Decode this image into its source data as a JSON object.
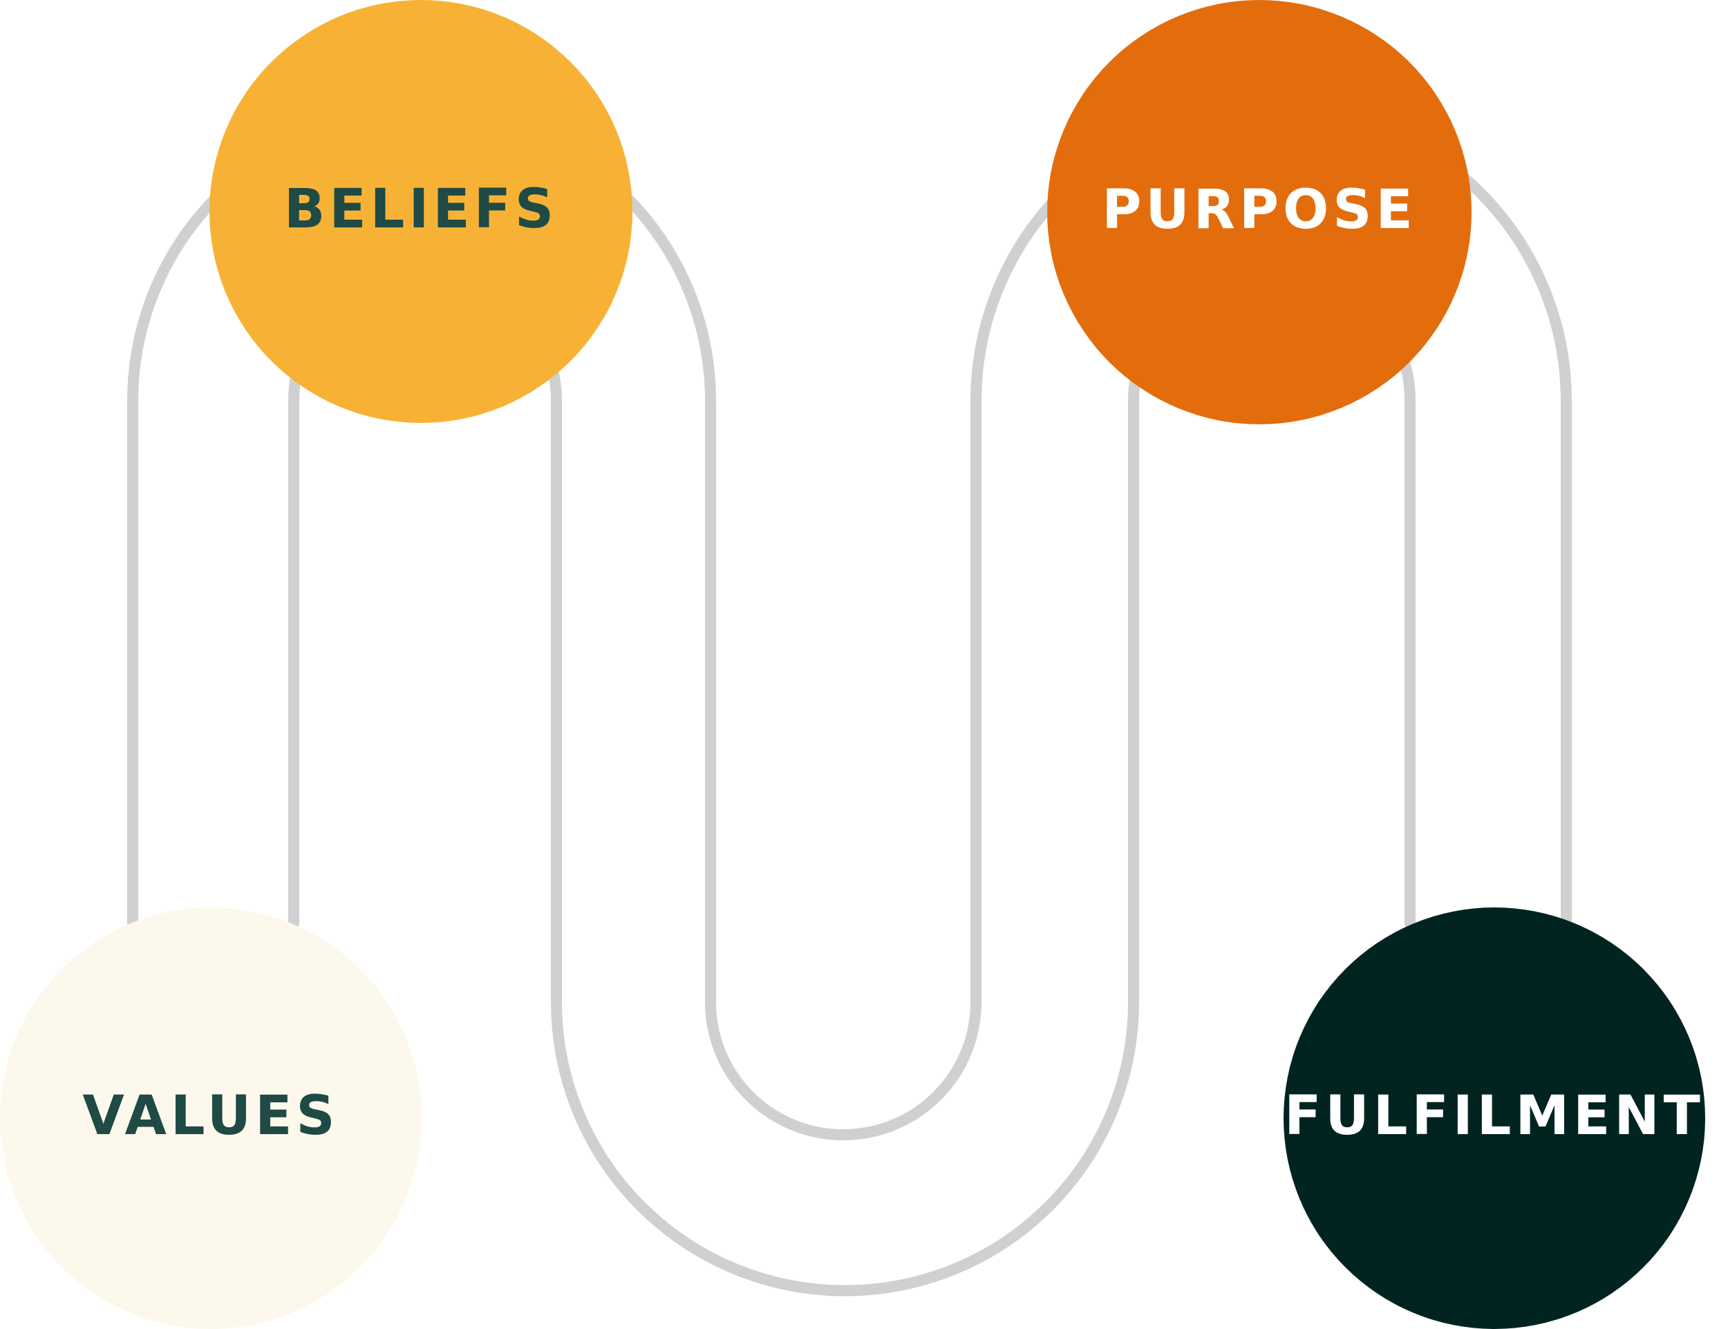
{
  "nodes": {
    "beliefs": {
      "label": "BELIEFS",
      "fill": "#F7B235",
      "text_color": "#1F4A45"
    },
    "purpose": {
      "label": "PURPOSE",
      "fill": "#E36D0D",
      "text_color": "#FFFFFF"
    },
    "values": {
      "label": "VALUES",
      "fill": "#FCF8EC",
      "text_color": "#1F4A45"
    },
    "fulfilment": {
      "label": "FULFILMENT",
      "fill": "#012421",
      "text_color": "#FFFFFF"
    }
  },
  "track": {
    "stroke": "#D0D0D0"
  }
}
